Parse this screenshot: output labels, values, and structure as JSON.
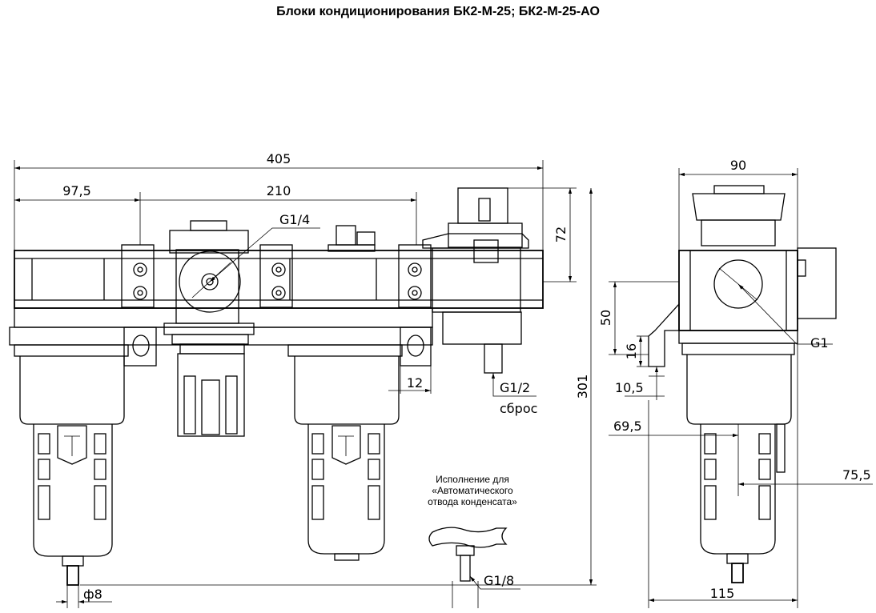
{
  "title": "Блоки кондиционирования БК2-М-25; БК2-М-25-АО",
  "dimensions": {
    "overall_width": "405",
    "left_offset": "97,5",
    "center_span": "210",
    "thread_gauge": "G1/4",
    "top_height": "72",
    "thread_relief": "G1/2",
    "relief_label": "сброс",
    "small_gap": "12",
    "total_height": "301",
    "drain_dia": "ф8",
    "auto_thread": "G1/8",
    "side_width": "90",
    "side_height_50": "50",
    "bracket_16": "16",
    "bracket_10_5": "10,5",
    "depth_69_5": "69,5",
    "depth_75_5": "75,5",
    "bottom_115": "115",
    "port_thread": "G1"
  },
  "note": {
    "line1": "Исполнение для",
    "line2": "«Автоматического",
    "line3": "отвода конденсата»"
  }
}
